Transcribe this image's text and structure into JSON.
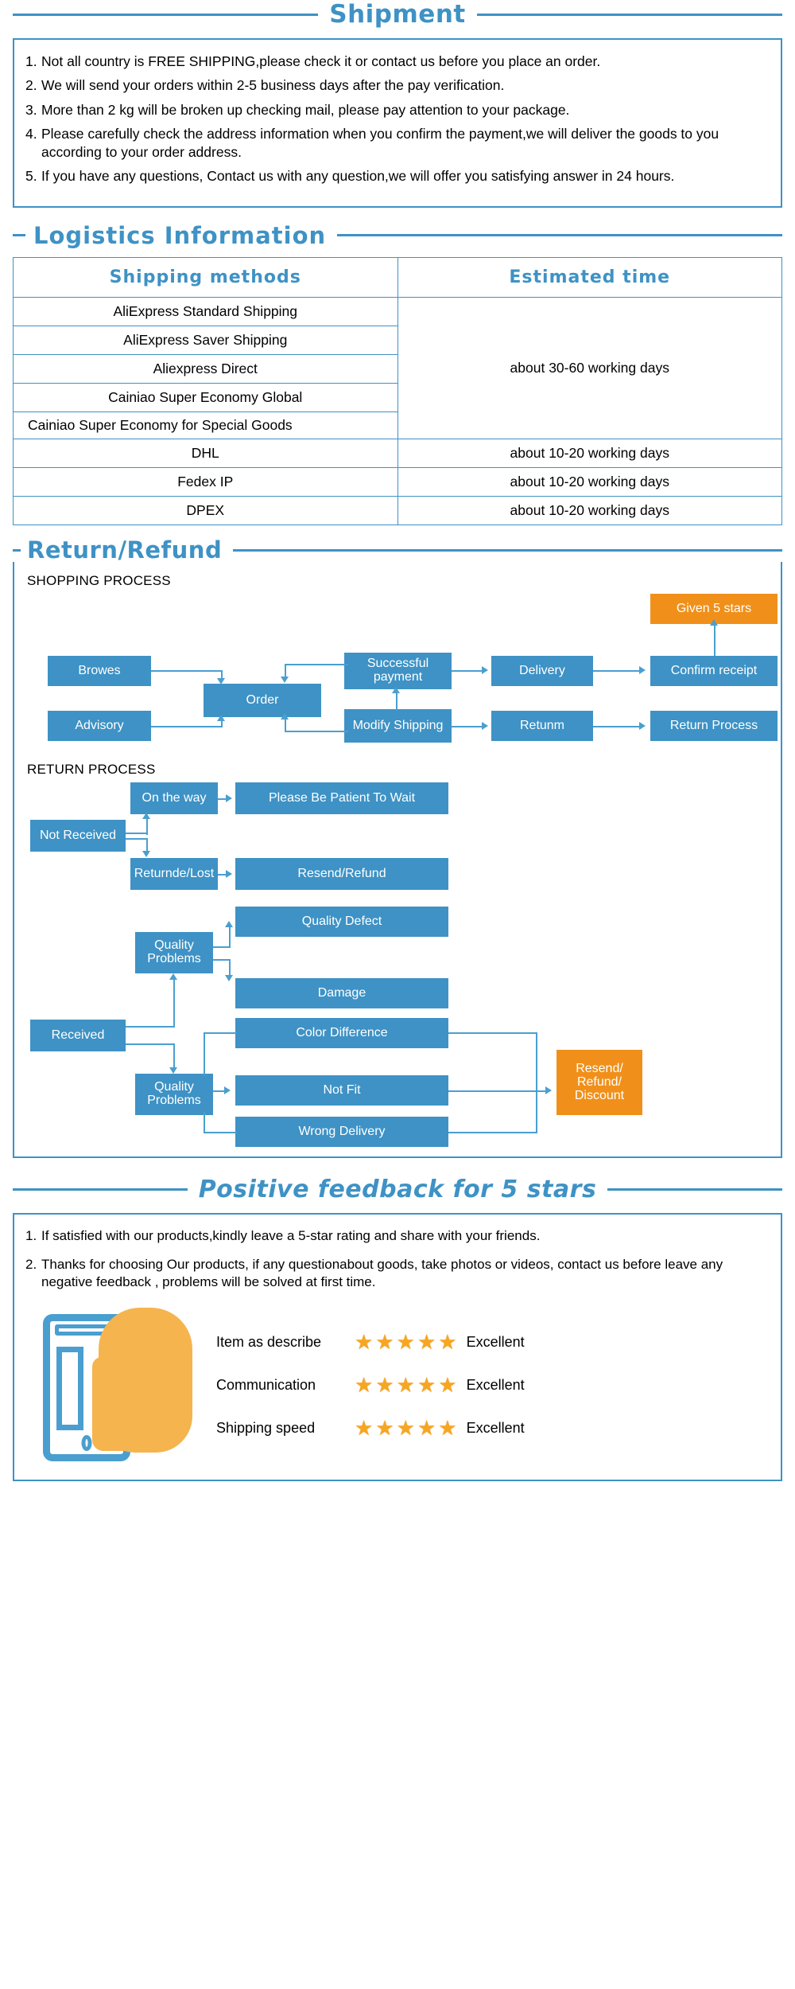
{
  "shipment": {
    "heading": "Shipment",
    "items": [
      {
        "num": "1.",
        "text": "Not all country is FREE SHIPPING,please check it or contact us before you place an order."
      },
      {
        "num": "2.",
        "text": "We will send your orders within 2-5 business days after the pay verification."
      },
      {
        "num": "3.",
        "text": "More than 2 kg will be broken up checking mail, please pay attention to your package."
      },
      {
        "num": "4.",
        "text": "Please carefully check the address information when you confirm the payment,we will deliver the goods to you according to your order address."
      },
      {
        "num": "5.",
        "text": "If you have any questions, Contact us with any question,we will offer you satisfying answer in 24 hours."
      }
    ]
  },
  "logistics": {
    "heading": "Logistics  Information",
    "columns": [
      "Shipping  methods",
      "Estimated  time"
    ],
    "rows": [
      {
        "method": "AliExpress Standard Shipping",
        "time": "about 30-60 working days"
      },
      {
        "method": "AliExpress Saver Shipping",
        "time": ""
      },
      {
        "method": "Aliexpress Direct",
        "time": ""
      },
      {
        "method": "Cainiao Super Economy Global",
        "time": ""
      },
      {
        "method": "Cainiao Super Economy for Special Goods",
        "time": ""
      },
      {
        "method": "DHL",
        "time": "about 10-20 working days"
      },
      {
        "method": "Fedex IP",
        "time": "about 10-20 working days"
      },
      {
        "method": "DPEX",
        "time": "about 10-20 working days"
      }
    ],
    "merged_time_label": "about 30-60 working days"
  },
  "return": {
    "heading": "Return/Refund",
    "shopping_label": "SHOPPING PROCESS",
    "return_label": "RETURN PROCESS",
    "shopping_nodes": {
      "browes": "Browes",
      "order": "Order",
      "advisory": "Advisory",
      "successful_payment": "Successful payment",
      "modify_shipping": "Modify Shipping",
      "delivery": "Delivery",
      "retunm": "Retunm",
      "confirm_receipt": "Confirm receipt",
      "return_process": "Return Process",
      "given_5_stars": "Given 5 stars"
    },
    "return_nodes": {
      "not_received": "Not Received",
      "on_the_way": "On the way",
      "please_wait": "Please Be Patient To Wait",
      "returnde_lost": "Returnde/Lost",
      "resend_refund": "Resend/Refund",
      "received": "Received",
      "quality_problems_top": "Quality Problems",
      "quality_problems_bottom": "Quality Problems",
      "quality_defect": "Quality Defect",
      "damage": "Damage",
      "color_difference": "Color Difference",
      "not_fit": "Not Fit",
      "wrong_delivery": "Wrong Delivery",
      "resend_refund_discount": "Resend/ Refund/ Discount"
    }
  },
  "feedback": {
    "heading": "Positive feedback for 5 stars",
    "items": [
      {
        "num": "1.",
        "text": "If satisfied with our products,kindly leave a 5-star rating and share with your friends."
      },
      {
        "num": "2.",
        "text": "Thanks for choosing Our products, if any questionabout goods, take photos or videos, contact us before leave any negative feedback , problems will be solved at first time."
      }
    ],
    "ratings": [
      {
        "label": "Item as describe",
        "stars": 5,
        "word": "Excellent"
      },
      {
        "label": "Communication",
        "stars": 5,
        "word": "Excellent"
      },
      {
        "label": "Shipping speed",
        "stars": 5,
        "word": "Excellent"
      }
    ],
    "star_glyph": "★"
  },
  "colors": {
    "brand_blue": "#3e92c5",
    "node_blue": "#4a9fd0",
    "accent_orange": "#f0901a",
    "star_gold": "#f6a623"
  }
}
